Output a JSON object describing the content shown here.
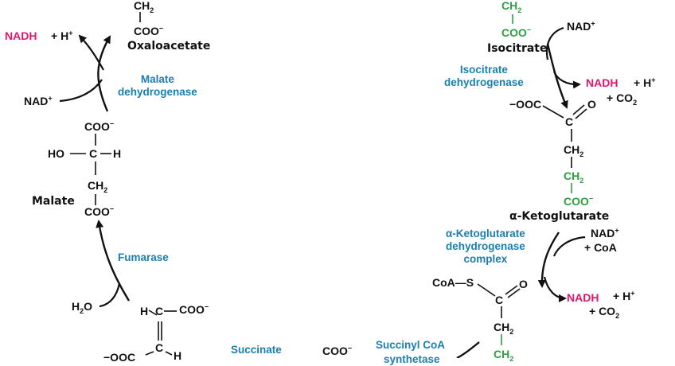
{
  "left": {
    "nadh": "NADH",
    "plus_h": "+ H",
    "plus_sup": "+",
    "ch2_top": "CH",
    "ch2_sub": "2",
    "coo_top": "COO",
    "coo_top_sup": "−",
    "oxaloacetate": "Oxaloacetate",
    "malate_dh": "Malate\ndehydrogenase",
    "nad_in": "NAD",
    "nad_in_sup": "+",
    "coo_a": "COO",
    "coo_a_sup": "−",
    "ho": "HO",
    "c": "C",
    "h": "H",
    "ch2_mid": "CH",
    "ch2_mid_sub": "2",
    "malate": "Malate",
    "coo_b": "COO",
    "coo_b_sup": "−",
    "fumarase": "Fumarase",
    "h2o": "H",
    "h2o_sub": "2",
    "h2o_o": "O",
    "fum_h": "H",
    "fum_c1": "C",
    "fum_coo": "COO",
    "fum_coo_sup": "−",
    "fum_c2": "C",
    "fum_h2": "H",
    "fum_ooc": "−OOC",
    "succinate": "Succinate",
    "coo_bottom": "COO",
    "coo_bottom_sup": "−",
    "succinyl_coa": "Succinyl CoA",
    "synthetase_cut": "synthetase"
  },
  "right": {
    "ch2_top": "CH",
    "ch2_top_sub": "2",
    "coo_top": "COO",
    "coo_top_sup": "−",
    "nad_in": "NAD",
    "nad_in_sup": "+",
    "isocitrate": "Isocitrate",
    "isocitrate_dh": "Isocitrate\ndehydrogenase",
    "nadh1": "NADH",
    "plus_h1": "+ H",
    "plus_h1_sup": "+",
    "plus_co2_1": "+ CO",
    "co2_1_sub": "2",
    "ooc": "−OOC",
    "c_keto": "C",
    "o_keto": "O",
    "ch2_a": "CH",
    "ch2_a_sub": "2",
    "ch2_b": "CH",
    "ch2_b_sub": "2",
    "coo_mid": "COO",
    "coo_mid_sup": "−",
    "akg": "α-Ketoglutarate",
    "akg_dh": "α-Ketoglutarate\ndehydrogenase\ncomplex",
    "nad_in2": "NAD",
    "nad_in2_sup": "+",
    "plus_coa": "+ CoA",
    "coa_s": "CoA—S",
    "c_succ": "C",
    "o_succ": "O",
    "nadh2": "NADH",
    "plus_h2": "+ H",
    "plus_h2_sup": "+",
    "plus_co2_2": "+ CO",
    "co2_2_sub": "2",
    "ch2_c": "CH",
    "ch2_c_sub": "2",
    "ch2_d": "CH",
    "ch2_d_sub": "2"
  }
}
